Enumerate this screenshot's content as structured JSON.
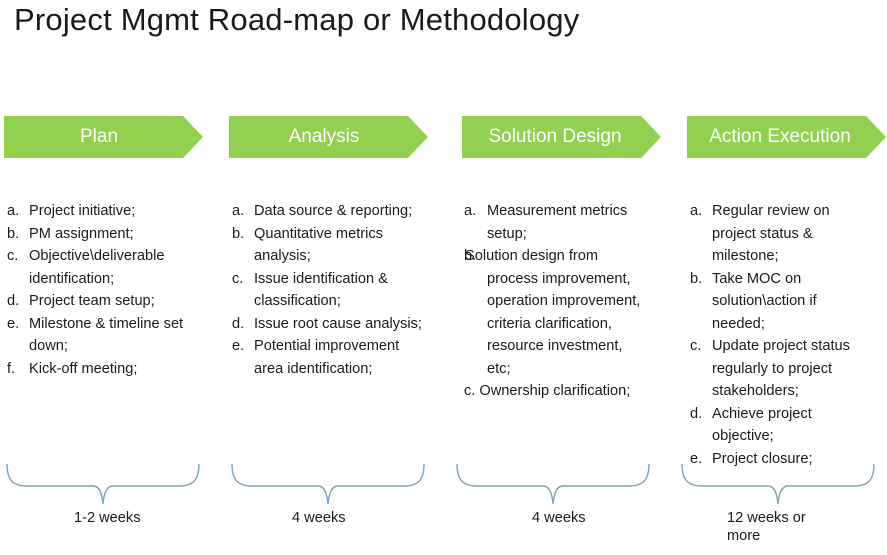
{
  "title": "Project Mgmt Road-map or Methodology",
  "colors": {
    "phase_fill": "#92d050",
    "phase_text": "#ffffff",
    "brace": "#7f9fc4",
    "text": "#1a1a1a"
  },
  "phases": [
    {
      "label": "Plan",
      "items": [
        {
          "marker": "a.",
          "text": "Project initiative;"
        },
        {
          "marker": "b.",
          "text": "PM assignment;"
        },
        {
          "marker": "c.",
          "text": "Objective\\deliverable identification;"
        },
        {
          "marker": "d.",
          "text": "Project team setup;"
        },
        {
          "marker": "e.",
          "text": "Milestone & timeline set down;"
        },
        {
          "marker": "f.",
          "text": "Kick-off meeting;"
        }
      ],
      "duration": "1-2 weeks"
    },
    {
      "label": "Analysis",
      "items": [
        {
          "marker": "a.",
          "text": "Data source & reporting;"
        },
        {
          "marker": "b.",
          "text": "Quantitative metrics analysis;"
        },
        {
          "marker": "c.",
          "text": "Issue identification & classification;"
        },
        {
          "marker": "d.",
          "text": "Issue root cause analysis;"
        },
        {
          "marker": "e.",
          "text": "Potential improvement area identification;"
        }
      ],
      "duration": "4 weeks"
    },
    {
      "label": "Solution Design",
      "items": [
        {
          "marker": "a.",
          "text": "Measurement metrics setup;"
        },
        {
          "marker": "b.",
          "text": "Solution design from process improvement, operation improvement, criteria clarification, resource investment, etc;"
        },
        {
          "marker": "",
          "text": "c. Ownership clarification;"
        }
      ],
      "duration": "4 weeks"
    },
    {
      "label": "Action Execution",
      "items": [
        {
          "marker": "a.",
          "text": "Regular review on project status & milestone;"
        },
        {
          "marker": "b.",
          "text": "Take MOC on solution\\action if needed;"
        },
        {
          "marker": "c.",
          "text": "Update project status regularly to project stakeholders;"
        },
        {
          "marker": "d.",
          "text": "Achieve project objective;"
        },
        {
          "marker": "e.",
          "text": "Project closure;"
        }
      ],
      "duration": "12 weeks or more"
    }
  ]
}
